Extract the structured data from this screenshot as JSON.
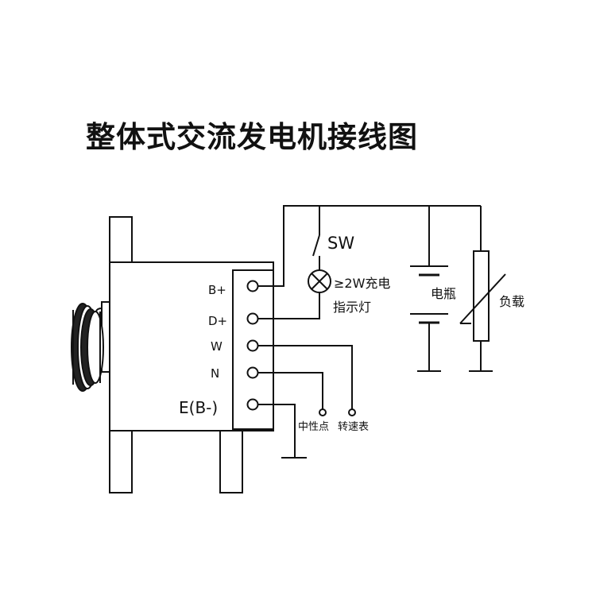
{
  "title": "整体式交流发电机接线图",
  "terminals": {
    "b_plus": "B+",
    "d_plus": "D+",
    "w": "W",
    "n": "N",
    "e": "E(B-)"
  },
  "labels": {
    "switch": "SW",
    "lamp_line1": "≥2W充电",
    "lamp_line2": "指示灯",
    "battery": "电瓶",
    "load": "负载",
    "neutral": "中性点",
    "tachometer": "转速表"
  }
}
